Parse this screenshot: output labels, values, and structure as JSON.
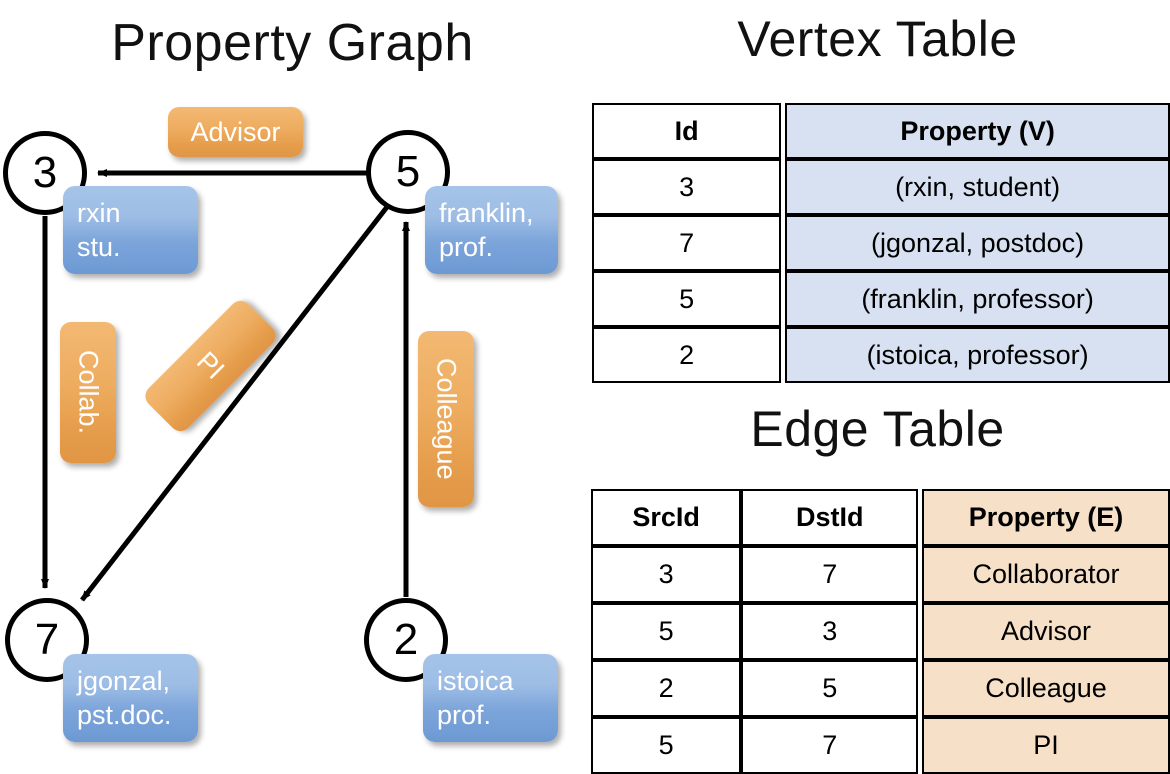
{
  "graph_panel": {
    "title": "Property Graph",
    "nodes": [
      {
        "id": "3",
        "property_lines": [
          "rxin",
          "stu."
        ]
      },
      {
        "id": "5",
        "property_lines": [
          "franklin,",
          "prof."
        ]
      },
      {
        "id": "7",
        "property_lines": [
          "jgonzal,",
          "pst.doc."
        ]
      },
      {
        "id": "2",
        "property_lines": [
          "istoica",
          "prof."
        ]
      }
    ],
    "edge_labels": [
      {
        "label": "Advisor",
        "orientation": "horizontal"
      },
      {
        "label": "Collab.",
        "orientation": "vertical"
      },
      {
        "label": "PI",
        "orientation": "vertical-rotated"
      },
      {
        "label": "Colleague",
        "orientation": "vertical"
      }
    ],
    "edges": [
      {
        "src": "5",
        "dst": "3",
        "label": "Advisor"
      },
      {
        "src": "3",
        "dst": "7",
        "label": "Collab."
      },
      {
        "src": "5",
        "dst": "7",
        "label": "PI"
      },
      {
        "src": "2",
        "dst": "5",
        "label": "Colleague"
      }
    ]
  },
  "vertex_table": {
    "title": "Vertex Table",
    "headers": [
      "Id",
      "Property (V)"
    ],
    "rows": [
      {
        "id": "3",
        "property": "(rxin, student)"
      },
      {
        "id": "7",
        "property": "(jgonzal, postdoc)"
      },
      {
        "id": "5",
        "property": "(franklin, professor)"
      },
      {
        "id": "2",
        "property": "(istoica, professor)"
      }
    ]
  },
  "edge_table": {
    "title": "Edge Table",
    "headers": [
      "SrcId",
      "DstId",
      "Property (E)"
    ],
    "rows": [
      {
        "src": "3",
        "dst": "7",
        "property": "Collaborator"
      },
      {
        "src": "5",
        "dst": "3",
        "property": "Advisor"
      },
      {
        "src": "2",
        "dst": "5",
        "property": "Colleague"
      },
      {
        "src": "5",
        "dst": "7",
        "property": "PI"
      }
    ]
  },
  "colors": {
    "vertex_property_fill": "#d7e1f2",
    "edge_property_fill": "#f6e0c7",
    "node_box_blue": "#7ba4da",
    "edge_box_orange": "#eeae62",
    "line": "#000000",
    "background": "#ffffff"
  }
}
